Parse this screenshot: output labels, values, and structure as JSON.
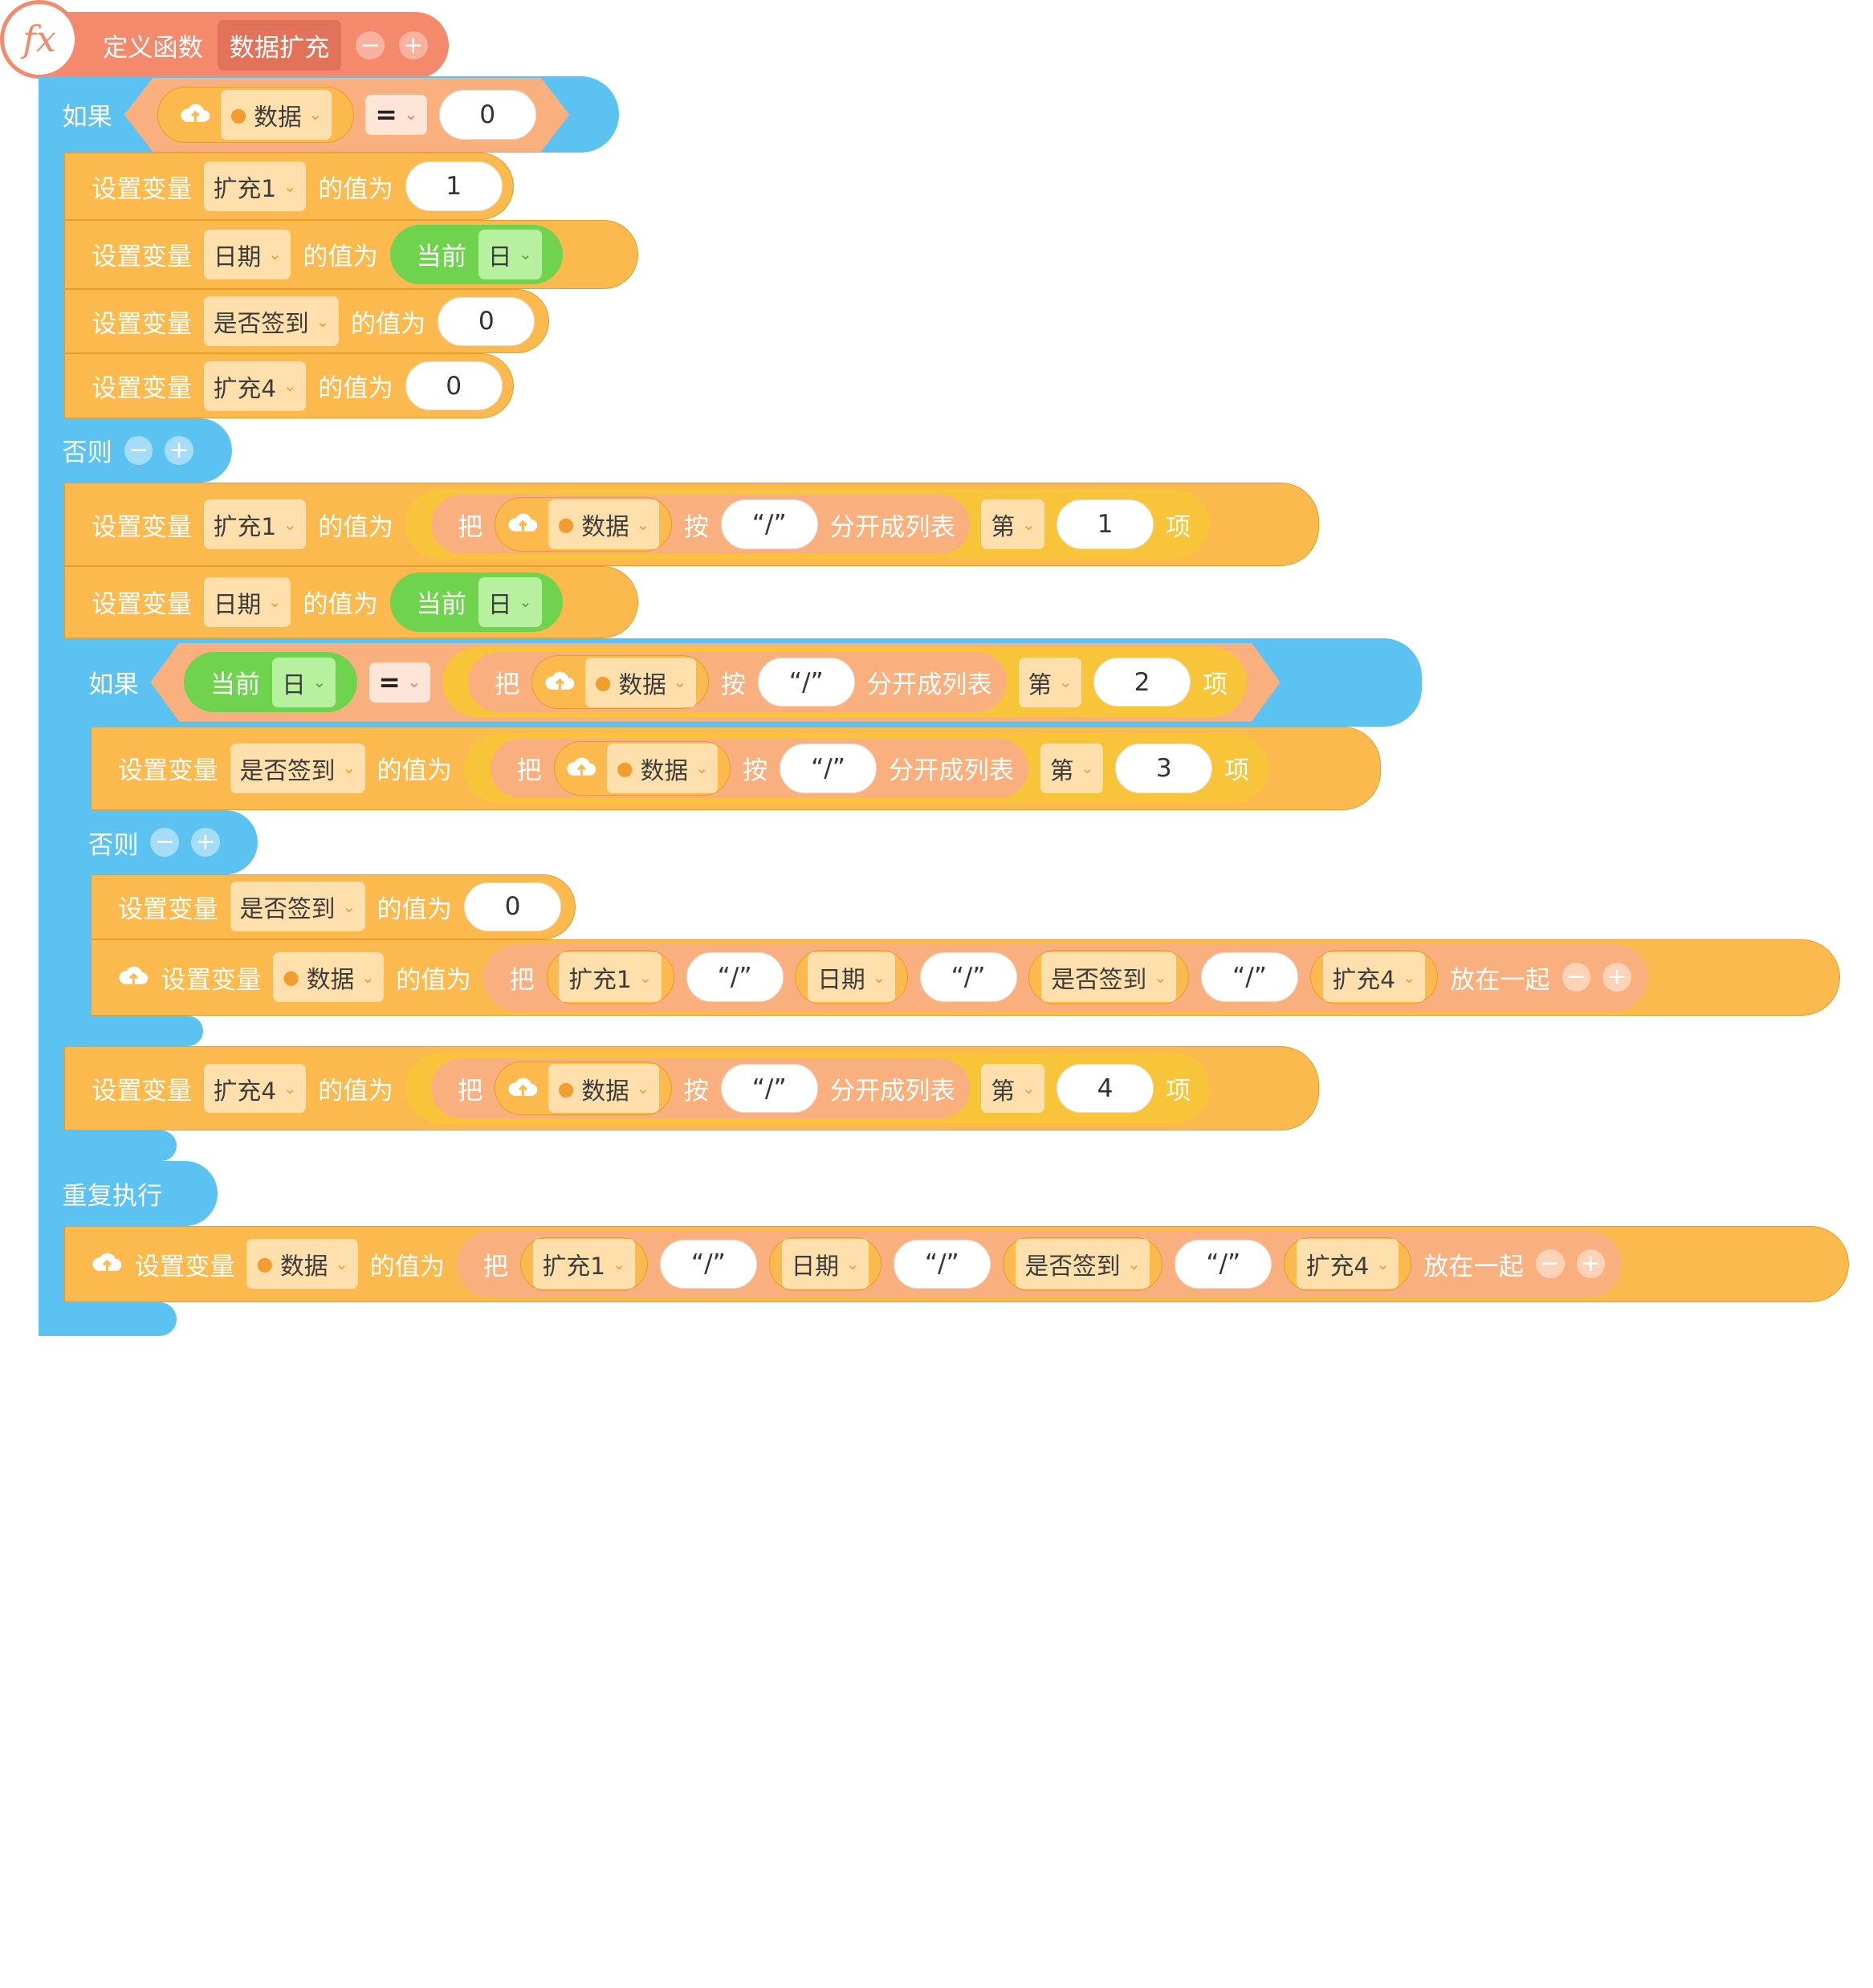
{
  "function_def": {
    "keyword": "定义函数",
    "name": "数据扩充",
    "minus": "−",
    "plus": "+",
    "fx": "fx"
  },
  "labels": {
    "if": "如果",
    "else": "否则",
    "repeat": "重复执行",
    "set_var": "设置变量",
    "value_is": "的值为",
    "split_ba": "把",
    "split_an": "按",
    "split_list": "分开成列表",
    "nth": "第",
    "item": "项",
    "join": "放在一起",
    "current": "当前",
    "day": "日",
    "eq": "="
  },
  "vars": {
    "data": "数据",
    "ext1": "扩充1",
    "date": "日期",
    "signed": "是否签到",
    "ext4": "扩充4"
  },
  "literals": {
    "zero": "0",
    "one": "1",
    "two": "2",
    "three": "3",
    "four": "4",
    "slash": "“/”"
  },
  "icons": {
    "cloud": "cloud-icon",
    "person": "person-icon",
    "chevron": "chevron-down-icon"
  },
  "colors": {
    "blue": "#5cc2f2",
    "orange": "#fcb94d",
    "coral": "#f4896c",
    "green": "#6fd34e",
    "yellow": "#f8c53a",
    "salmon": "#fab07e"
  }
}
